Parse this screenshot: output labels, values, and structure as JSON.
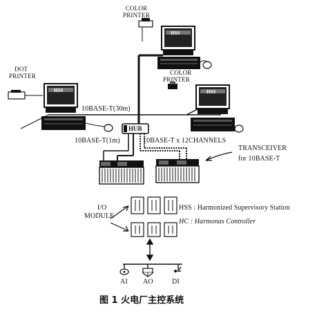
{
  "labels": {
    "color_printer_top": [
      "COLOR",
      "PRINTER"
    ],
    "color_printer_right": [
      "COLOR",
      "PRINTER"
    ],
    "dot_printer": [
      "DOT",
      "PRINTER"
    ],
    "base_30m": "10BASE-T(30m)",
    "hub": "HUB",
    "base_1m": "10BASE-T(1m)",
    "base_channels": "10BASE-T x 12CHANNELS",
    "transceiver": [
      "TRANSCEIVER",
      "for 10BASE-T"
    ],
    "io_module": [
      "I/O",
      "MODULE"
    ],
    "hss_monitor": "HSS",
    "hss_legend": "HSS : Harmonized Supervisory Station",
    "hc_legend": "HC : Harmonas Controller",
    "ai": "AI",
    "ao": "AO",
    "di": "DI",
    "caption": "图 1  火电厂主控系统"
  }
}
